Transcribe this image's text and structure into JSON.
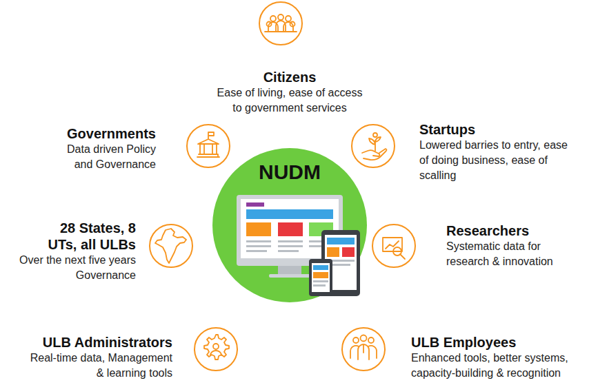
{
  "diagram": {
    "nodes": [
      {
        "text": [
          "Citizens",
          "Ease of living, ease of access to government services"
        ]
      },
      {
        "text": [
          "Governments",
          "Data driven Policy and Governance"
        ]
      },
      {
        "text": [
          "Startups",
          "Lowered barries to entry, ease of doing business, ease of scalling"
        ]
      },
      {
        "text": [
          "NUDM"
        ]
      },
      {
        "text": [
          "28 States, 8 UTs, all ULBs",
          "Over the next five years Governance"
        ]
      },
      {
        "text": [
          "Researchers",
          "Systematic data for research & innovation"
        ]
      },
      {
        "text": [
          "ULB Administrators",
          "Real-time data, Management & learning tools"
        ]
      },
      {
        "text": [
          "ULB Employees",
          "Enhanced tools, better systems, capacity-building & recognition"
        ]
      }
    ]
  }
}
